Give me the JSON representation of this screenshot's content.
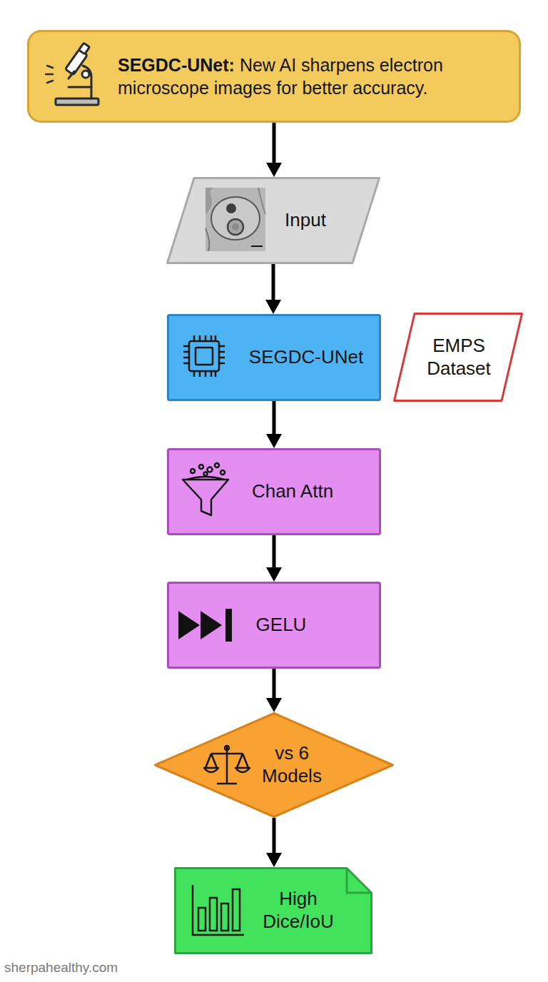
{
  "diagram": {
    "nodes": [
      {
        "text": [
          "SEGDC-UNet:",
          "New AI sharpens electron microscope images for better accuracy."
        ]
      },
      {
        "text": [
          "Input"
        ]
      },
      {
        "text": [
          "SEGDC-UNet"
        ]
      },
      {
        "text": [
          "EMPS Dataset"
        ]
      },
      {
        "text": [
          "Chan Attn"
        ]
      },
      {
        "text": [
          "GELU"
        ]
      },
      {
        "text": [
          "vs 6 Models"
        ]
      },
      {
        "text": [
          "High Dice/IoU"
        ]
      }
    ],
    "edges": [
      {
        "from": 0,
        "to": 1,
        "arrow": "to"
      },
      {
        "from": 1,
        "to": 2,
        "arrow": "to"
      },
      {
        "from": 2,
        "to": 4,
        "arrow": "to"
      },
      {
        "from": 4,
        "to": 5,
        "arrow": "to"
      },
      {
        "from": 5,
        "to": 6,
        "arrow": "to"
      },
      {
        "from": 6,
        "to": 7,
        "arrow": "to"
      }
    ],
    "labels": [
      "sherpahealthy.com"
    ]
  }
}
